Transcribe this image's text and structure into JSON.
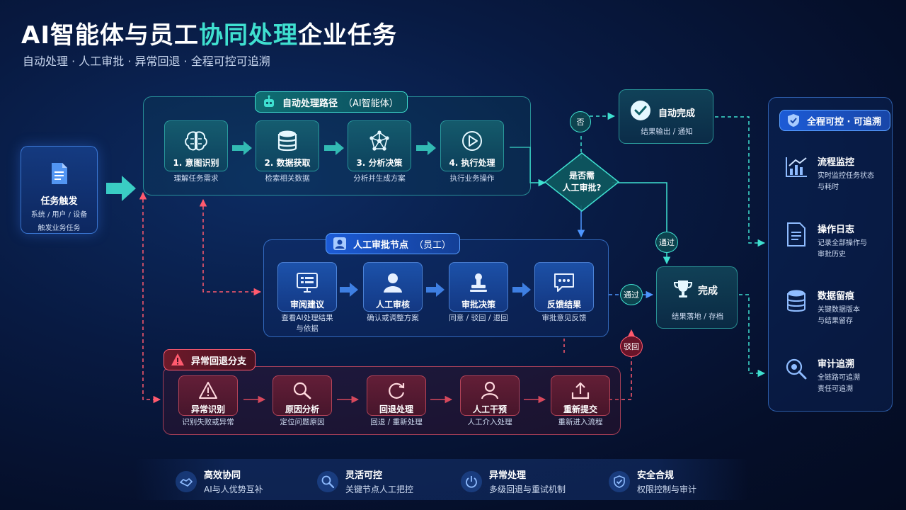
{
  "header": {
    "title_part1": "AI智能体与员工",
    "title_accent": "协同处理",
    "title_part2": "企业任务",
    "subtitle": "自动处理 · 人工审批 · 异常回退 · 全程可控可追溯"
  },
  "trigger": {
    "title": "任务触发",
    "desc_line1": "系统 / 用户 / 设备",
    "desc_line2": "触发业务任务"
  },
  "auto_lane": {
    "tag": "自动处理路径",
    "tag_paren": "（AI智能体）",
    "steps": [
      {
        "label": "1. 意图识别",
        "desc": "理解任务需求",
        "icon": "brain-icon"
      },
      {
        "label": "2. 数据获取",
        "desc": "检索相关数据",
        "icon": "database-icon"
      },
      {
        "label": "3. 分析决策",
        "desc": "分析并生成方案",
        "icon": "network-icon"
      },
      {
        "label": "4. 执行处理",
        "desc": "执行业务操作",
        "icon": "play-icon"
      }
    ]
  },
  "decision": {
    "line1": "是否需",
    "line2": "人工审批?"
  },
  "pills": {
    "no": "否",
    "pass_right": "通过",
    "pass_left": "通过",
    "reject": "驳回"
  },
  "auto_done": {
    "title": "自动完成",
    "desc": "结果输出 / 通知"
  },
  "final_done": {
    "title": "完成",
    "desc": "结果落地 / 存档"
  },
  "human_lane": {
    "tag": "人工审批节点",
    "tag_paren": "（员工）",
    "steps": [
      {
        "label": "审阅建议",
        "desc_line1": "查看AI处理结果",
        "desc_line2": "与依据",
        "icon": "monitor-icon"
      },
      {
        "label": "人工审核",
        "desc_line1": "确认或调整方案",
        "desc_line2": "",
        "icon": "user-icon"
      },
      {
        "label": "审批决策",
        "desc_line1": "同意 / 驳回 / 退回",
        "desc_line2": "",
        "icon": "stamp-icon"
      },
      {
        "label": "反馈结果",
        "desc_line1": "审批意见反馈",
        "desc_line2": "",
        "icon": "chat-icon"
      }
    ]
  },
  "error_lane": {
    "tag": "异常回退分支",
    "steps": [
      {
        "label": "异常识别",
        "desc": "识别失败或异常",
        "icon": "warning-icon"
      },
      {
        "label": "原因分析",
        "desc": "定位问题原因",
        "icon": "search-icon"
      },
      {
        "label": "回退处理",
        "desc": "回退 / 重新处理",
        "icon": "refresh-icon"
      },
      {
        "label": "人工干预",
        "desc": "人工介入处理",
        "icon": "person-icon"
      },
      {
        "label": "重新提交",
        "desc": "重新进入流程",
        "icon": "upload-icon"
      }
    ]
  },
  "governance": {
    "tag": "全程可控 · 可追溯",
    "items": [
      {
        "title": "流程监控",
        "desc_line1": "实时监控任务状态",
        "desc_line2": "与耗时",
        "icon": "chart-icon"
      },
      {
        "title": "操作日志",
        "desc_line1": "记录全部操作与",
        "desc_line2": "审批历史",
        "icon": "document-icon"
      },
      {
        "title": "数据留痕",
        "desc_line1": "关键数据版本",
        "desc_line2": "与结果留存",
        "icon": "database-icon"
      },
      {
        "title": "审计追溯",
        "desc_line1": "全链路可追溯",
        "desc_line2": "责任可追溯",
        "icon": "magnifier-icon"
      }
    ]
  },
  "features": [
    {
      "title": "高效协同",
      "desc": "AI与人优势互补",
      "icon": "handshake-icon"
    },
    {
      "title": "灵活可控",
      "desc": "关键节点人工把控",
      "icon": "control-icon"
    },
    {
      "title": "异常处理",
      "desc": "多级回退与重试机制",
      "icon": "power-icon"
    },
    {
      "title": "安全合规",
      "desc": "权限控制与审计",
      "icon": "shield-check-icon"
    }
  ],
  "colors": {
    "teal": "#3fe0d0",
    "blue": "#4d96ff",
    "red": "#ff5a6e",
    "background": "#061435"
  }
}
